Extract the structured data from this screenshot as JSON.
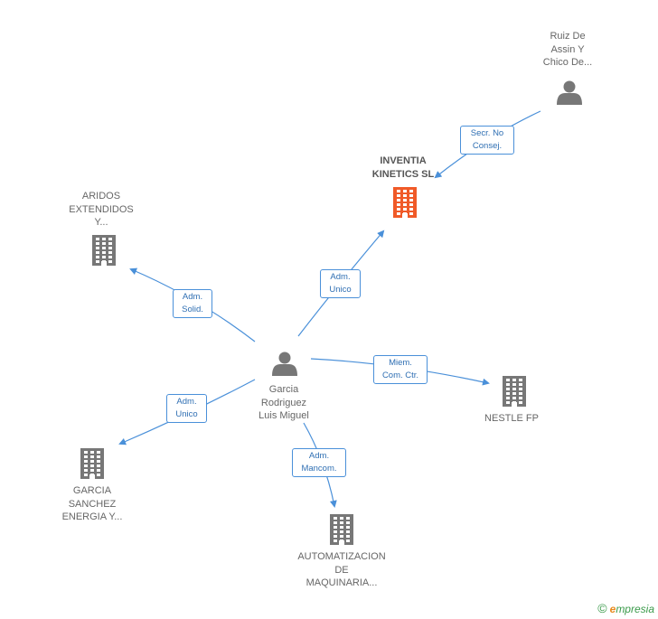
{
  "nodes": {
    "center": {
      "lines": [
        "Garcia",
        "Rodriguez",
        "Luis Miguel"
      ],
      "kind": "person-icon"
    },
    "ruiz": {
      "lines": [
        "Ruiz De",
        "Assin Y",
        "Chico De..."
      ],
      "kind": "person-icon"
    },
    "inventia": {
      "lines": [
        "INVENTIA",
        "KINETICS SL"
      ],
      "kind": "building-icon",
      "color": "#f05a28"
    },
    "aridos": {
      "lines": [
        "ARIDOS",
        "EXTENDIDOS",
        "Y..."
      ],
      "kind": "building-icon"
    },
    "nestle": {
      "lines": [
        "NESTLE FP"
      ],
      "kind": "building-icon"
    },
    "garcia_sanchez": {
      "lines": [
        "GARCIA",
        "SANCHEZ",
        "ENERGIA Y..."
      ],
      "kind": "building-icon"
    },
    "automatizacion": {
      "lines": [
        "AUTOMATIZACION",
        "DE",
        "MAQUINARIA..."
      ],
      "kind": "building-icon"
    }
  },
  "edges": {
    "secr": {
      "lines": [
        "Secr.  No",
        "Consej."
      ]
    },
    "adm_unico_inventia": {
      "lines": [
        "Adm.",
        "Unico"
      ]
    },
    "adm_solid": {
      "lines": [
        "Adm.",
        "Solid."
      ]
    },
    "miem": {
      "lines": [
        "Miem.",
        "Com. Ctr."
      ]
    },
    "adm_unico_garcia": {
      "lines": [
        "Adm.",
        "Unico"
      ]
    },
    "adm_mancom": {
      "lines": [
        "Adm.",
        "Mancom."
      ]
    }
  },
  "colors": {
    "edge": "#4a90d9",
    "node_icon": "#777777",
    "highlight": "#f05a28"
  },
  "brand": {
    "copyright": "©",
    "e": "e",
    "rest": "mpresia"
  }
}
